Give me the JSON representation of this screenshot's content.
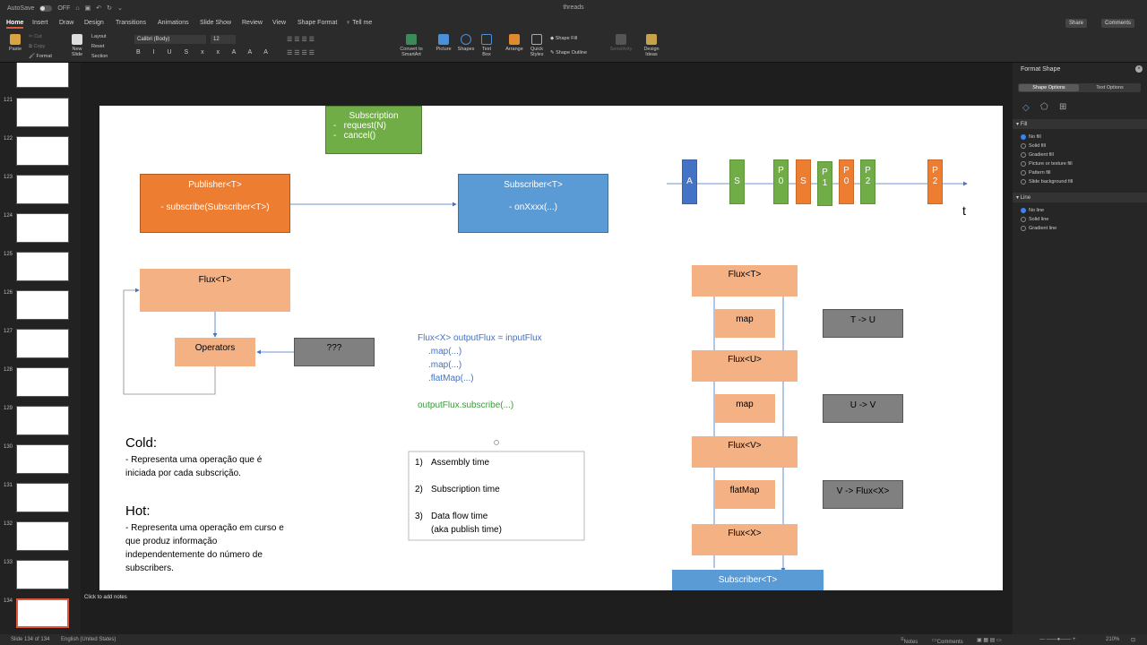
{
  "titlebar": {
    "autosave_label": "AutoSave",
    "autosave_state": "OFF",
    "doc_title": "threads"
  },
  "tabs": [
    {
      "label": "Home",
      "active": true
    },
    {
      "label": "Insert"
    },
    {
      "label": "Draw"
    },
    {
      "label": "Design"
    },
    {
      "label": "Transitions"
    },
    {
      "label": "Animations"
    },
    {
      "label": "Slide Show"
    },
    {
      "label": "Review"
    },
    {
      "label": "View"
    },
    {
      "label": "Shape Format"
    },
    {
      "label": "Tell me"
    }
  ],
  "share_label": "Share",
  "comments_label": "Comments",
  "ribbon": {
    "paste": "Paste",
    "cut": "Cut",
    "copy": "Copy",
    "format": "Format",
    "new_slide": "New Slide",
    "layout": "Layout",
    "reset": "Reset",
    "section": "Section",
    "font_name": "Calibri (Body)",
    "font_size": "12",
    "convert": "Convert to SmartArt",
    "picture": "Picture",
    "shapes": "Shapes",
    "text_box": "Text Box",
    "arrange": "Arrange",
    "quick_styles": "Quick Styles",
    "shape_fill": "Shape Fill",
    "shape_outline": "Shape Outline",
    "sensitivity": "Sensitivity",
    "design_ideas": "Design Ideas"
  },
  "slides": [
    "121",
    "122",
    "123",
    "124",
    "125",
    "126",
    "127",
    "128",
    "129",
    "130",
    "131",
    "132",
    "133",
    "134"
  ],
  "notes_placeholder": "Click to add notes",
  "status": {
    "slide_info": "Slide 134 of 134",
    "language": "English (United States)",
    "notes": "Notes",
    "comments": "Comments",
    "zoom": "210%"
  },
  "panel": {
    "title": "Format Shape",
    "tab_shape": "Shape Options",
    "tab_text": "Text Options",
    "fill_header": "Fill",
    "fill_options": [
      "No fill",
      "Solid fill",
      "Gradient fill",
      "Picture or texture fill",
      "Pattern fill",
      "Slide background fill"
    ],
    "line_header": "Line",
    "line_options": [
      "No line",
      "Solid line",
      "Gradient line"
    ]
  },
  "slide": {
    "subscription": {
      "title": "Subscription",
      "items": [
        "request(N)",
        "cancel()"
      ]
    },
    "publisher": {
      "title": "Publisher<T>",
      "method": "- subscribe(Subscriber<T>)"
    },
    "subscriber": {
      "title": "Subscriber<T>",
      "method": "- onXxxx(...)"
    },
    "timeline": {
      "items": [
        {
          "label": "A",
          "color": "#4472c4"
        },
        {
          "label": "S",
          "color": "#70ad47"
        },
        {
          "label": "P\n0",
          "color": "#70ad47"
        },
        {
          "label": "S",
          "color": "#ed7d31"
        },
        {
          "label": "P\n1",
          "color": "#70ad47"
        },
        {
          "label": "P\n0",
          "color": "#ed7d31"
        },
        {
          "label": "P\n2",
          "color": "#70ad47"
        },
        {
          "label": "P\n2",
          "color": "#ed7d31"
        }
      ],
      "t_label": "t"
    },
    "flux_t": "Flux<T>",
    "operators": "Operators",
    "unknown": "???",
    "code": {
      "line1": "Flux<X> outputFlux = inputFlux",
      "line2": ".map(...)",
      "line3": ".map(...)",
      "line4": ".flatMap(...)",
      "line5": "outputFlux.subscribe(...)"
    },
    "cold": {
      "title": "Cold:",
      "text": "- Representa uma operação que é iniciada por cada subscrição."
    },
    "hot": {
      "title": "Hot:",
      "text": "- Representa uma operação em curso e que produz informação independentemente do número de subscribers."
    },
    "times": [
      {
        "n": "1)",
        "label": "Assembly time"
      },
      {
        "n": "2)",
        "label": "Subscription time"
      },
      {
        "n": "3)",
        "label": "Data flow time"
      },
      {
        "n": "",
        "label": "(aka publish time)"
      }
    ],
    "chain": {
      "flux_t": "Flux<T>",
      "map1": "map",
      "flux_u": "Flux<U>",
      "map2": "map",
      "flux_v": "Flux<V>",
      "flatmap": "flatMap",
      "flux_x": "Flux<X>",
      "subscriber": "Subscriber<T>",
      "t_u": "T -> U",
      "u_v": "U -> V",
      "v_fx": "V -> Flux<X>"
    },
    "colors": {
      "orange": "#ed7d31",
      "blue": "#5b9bd5",
      "green": "#70ad47",
      "salmon": "#f4b183",
      "gray": "#808080"
    }
  }
}
